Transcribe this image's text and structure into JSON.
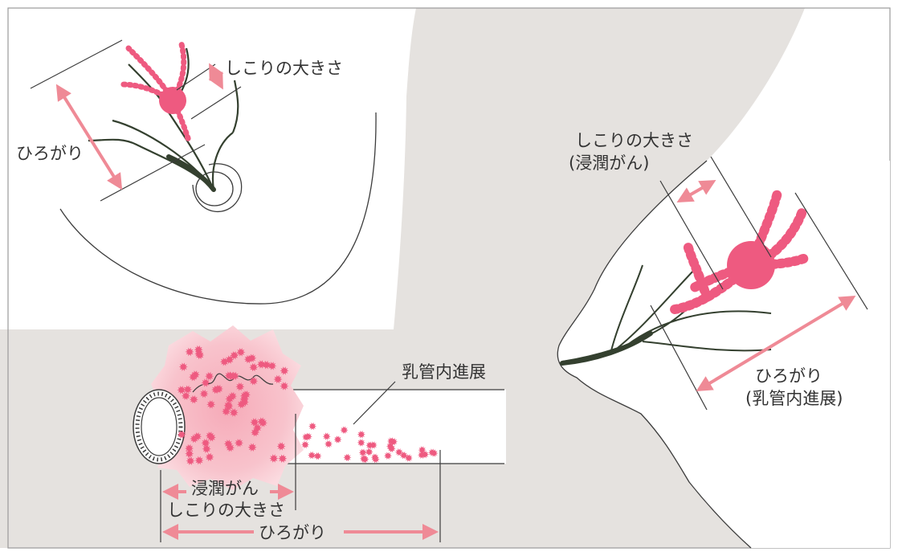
{
  "top_left": {
    "size_label": "しこりの大きさ",
    "spread_label": "ひろがり"
  },
  "right": {
    "size_label_line1": "しこりの大きさ",
    "size_label_line2": "(浸潤がん)",
    "spread_label_line1": "ひろがり",
    "spread_label_line2": "(乳管内進展)"
  },
  "duct": {
    "intraductal_label": "乳管内進展",
    "invasive_label": "浸潤がん",
    "size_label": "しこりの大きさ",
    "spread_label": "ひろがり"
  },
  "colors": {
    "tumor": "#ee5a80",
    "arrow": "#ef8a96",
    "duct_line": "#34402f",
    "gray": "#e5e2df"
  }
}
